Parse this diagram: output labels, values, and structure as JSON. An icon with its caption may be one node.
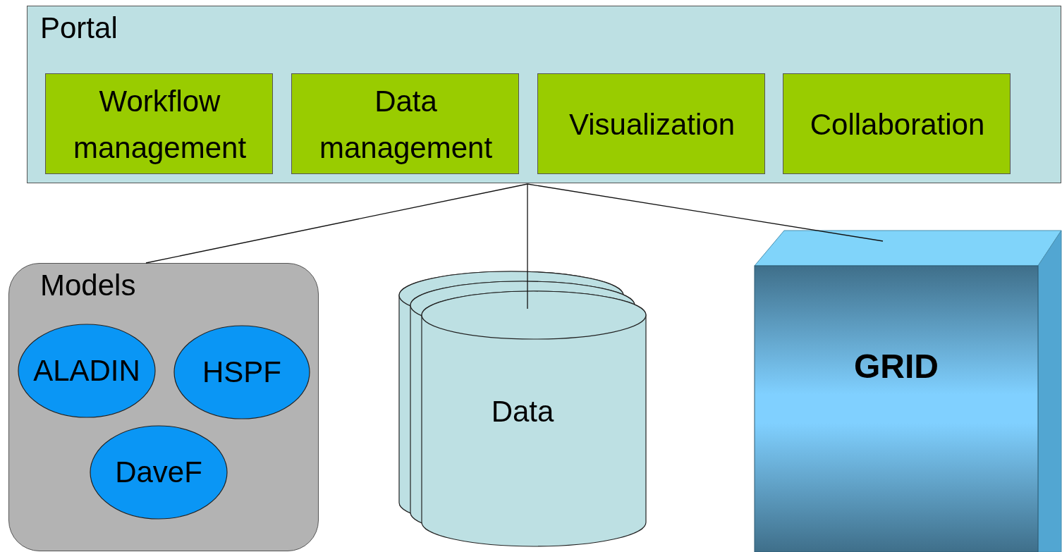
{
  "diagram": {
    "nodes": [
      {
        "text": [
          "Portal"
        ]
      },
      {
        "text": [
          "Workflow management"
        ],
        "in": 0
      },
      {
        "text": [
          "Data management"
        ],
        "in": 0
      },
      {
        "text": [
          "Visualization"
        ],
        "in": 0
      },
      {
        "text": [
          "Collaboration"
        ],
        "in": 0
      },
      {
        "text": [
          "Models"
        ]
      },
      {
        "text": [
          "ALADIN"
        ],
        "in": 5
      },
      {
        "text": [
          "HSPF"
        ],
        "in": 5
      },
      {
        "text": [
          "DaveF"
        ],
        "in": 5
      },
      {
        "text": [
          "Data"
        ]
      },
      {
        "text": [
          "GRID"
        ]
      }
    ],
    "edges": [
      {
        "from": 0,
        "to": 5,
        "arrow": "none"
      },
      {
        "from": 0,
        "to": 9,
        "arrow": "none"
      },
      {
        "from": 0,
        "to": 10,
        "arrow": "none"
      }
    ]
  }
}
